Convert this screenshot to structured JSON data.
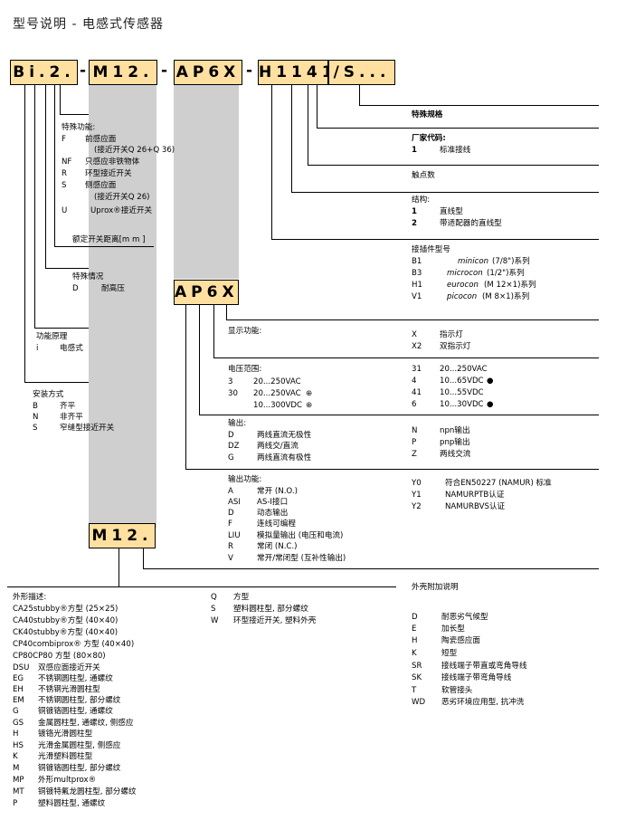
{
  "title": "型号说明 - 电感式传感器",
  "boxes": {
    "b1": "Bi.2.",
    "b2": "M12.",
    "b3": "AP6X",
    "b4": "H1141",
    "b5": "/S...",
    "ap6x": "AP6X",
    "m12": "M12."
  },
  "dash": "-",
  "left": {
    "special_title": "特殊功能:",
    "special": [
      {
        "code": "F",
        "text": "前感应面"
      },
      {
        "code": "",
        "text": "(接近开关Q 26+Q 36)"
      },
      {
        "code": "NF",
        "text": "只感应非铁物体"
      },
      {
        "code": "R",
        "text": "环型接近开关"
      },
      {
        "code": "S",
        "text": "侧感应面"
      },
      {
        "code": "",
        "text": "(接近开关Q 26)"
      },
      {
        "code": "U",
        "text": "Uprox®接近开关"
      }
    ],
    "rated": "额定开关距离[m m ]",
    "cond_title": "特殊情况",
    "cond": {
      "code": "D",
      "text": "耐高压"
    },
    "princ_title": "功能原理",
    "princ": {
      "code": "i",
      "text": "电感式"
    },
    "mount_title": "安装方式",
    "mount": [
      {
        "code": "B",
        "text": "齐平"
      },
      {
        "code": "N",
        "text": "非齐平"
      },
      {
        "code": "S",
        "text": "窄缝型接近开关"
      }
    ]
  },
  "right": {
    "special_spec": "特殊规格",
    "mfr_title": "厂家代码:",
    "mfr": {
      "code": "1",
      "text": "标准接线"
    },
    "contacts": "触点数",
    "struct_title": "结构:",
    "struct": [
      {
        "code": "1",
        "text": "直线型"
      },
      {
        "code": "2",
        "text": "带适配器的直线型"
      }
    ],
    "conn_title": "接插件型号",
    "conn": [
      {
        "code": "B1",
        "name": "minicon",
        "spec": "(7/8\")系列"
      },
      {
        "code": "B3",
        "name": "microcon",
        "spec": "(1/2\")系列"
      },
      {
        "code": "H1",
        "name": "eurocon",
        "spec": "(M 12×1)系列"
      },
      {
        "code": "V1",
        "name": "picocon",
        "spec": "(M 8×1)系列"
      }
    ]
  },
  "display": {
    "title": "显示功能:",
    "items": [
      {
        "code": "X",
        "text": "指示灯"
      },
      {
        "code": "X2",
        "text": "双指示灯"
      }
    ]
  },
  "voltage": {
    "title": "电压范围:",
    "left": [
      {
        "code": "3",
        "text": "20...250VAC",
        "mark": ""
      },
      {
        "code": "30",
        "text": "20...250VAC",
        "mark": "⊕"
      },
      {
        "code": "",
        "text": "10...300VDC",
        "mark": "⊕"
      }
    ],
    "right": [
      {
        "code": "31",
        "text": "20...250VAC",
        "mark": ""
      },
      {
        "code": "4",
        "text": "10...65VDC",
        "mark": "●"
      },
      {
        "code": "41",
        "text": "10...55VDC",
        "mark": ""
      },
      {
        "code": "6",
        "text": "10...30VDC",
        "mark": "●"
      }
    ]
  },
  "output": {
    "title": "输出:",
    "left": [
      {
        "code": "D",
        "text": "两线直流无极性"
      },
      {
        "code": "DZ",
        "text": "两线交/直流"
      },
      {
        "code": "G",
        "text": "两线直流有极性"
      }
    ],
    "right": [
      {
        "code": "N",
        "text": "npn输出"
      },
      {
        "code": "P",
        "text": "pnp输出"
      },
      {
        "code": "Z",
        "text": "两线交流"
      }
    ]
  },
  "outfunc": {
    "title": "输出功能:",
    "left": [
      {
        "code": "A",
        "text": "常开 (N.O.)"
      },
      {
        "code": "ASI",
        "text": "AS-I接口"
      },
      {
        "code": "D",
        "text": "动态输出"
      },
      {
        "code": "F",
        "text": "连线可编程"
      },
      {
        "code": "LIU",
        "text": "模拟量输出 (电压和电流)"
      },
      {
        "code": "R",
        "text": "常闭 (N.C.)"
      },
      {
        "code": "V",
        "text": "常开/常闭型 (互补性输出)"
      }
    ],
    "right": [
      {
        "code": "Y0",
        "text": "符合EN50227 (NAMUR) 标准"
      },
      {
        "code": "Y1",
        "text": "NAMURPTB认证"
      },
      {
        "code": "Y2",
        "text": "NAMURBVS认证"
      }
    ]
  },
  "shape": {
    "title": "外形描述:",
    "items": [
      {
        "code": "CA25stubby®方型 (25×25)",
        "text": ""
      },
      {
        "code": "CA40stubby®方型 (40×40)",
        "text": ""
      },
      {
        "code": "CK40stubby®方型 (40×40)",
        "text": ""
      },
      {
        "code": "CP40combiprox® 方型 (40×40)",
        "text": ""
      },
      {
        "code": "CP80CP80 方型 (80×80)",
        "text": ""
      },
      {
        "code": "DSU",
        "text": "双感应面接近开关"
      },
      {
        "code": "EG",
        "text": "不锈钢圆柱型, 通螺纹"
      },
      {
        "code": "EH",
        "text": "不锈钢光滑圆柱型"
      },
      {
        "code": "EM",
        "text": "不锈钢圆柱型, 部分螺纹"
      },
      {
        "code": "G",
        "text": "铜镀铬圆柱型, 通螺纹"
      },
      {
        "code": "GS",
        "text": "金属圆柱型, 通螺纹, 侧感应"
      },
      {
        "code": "H",
        "text": "镀铬光滑圆柱型"
      },
      {
        "code": "HS",
        "text": "光滑金属圆柱型, 侧感应"
      },
      {
        "code": "K",
        "text": "光滑塑料圆柱型"
      },
      {
        "code": "M",
        "text": "铜镀铬圆柱型, 部分螺纹"
      },
      {
        "code": "MP",
        "text": "外形multprox®"
      },
      {
        "code": "MT",
        "text": "铜镀特氟龙圆柱型, 部分螺纹"
      },
      {
        "code": "P",
        "text": "塑料圆柱型, 通螺纹"
      }
    ],
    "col2": [
      {
        "code": "Q",
        "text": "方型"
      },
      {
        "code": "S",
        "text": "塑料圆柱型, 部分螺纹"
      },
      {
        "code": "W",
        "text": "环型接近开关, 塑料外壳"
      }
    ]
  },
  "housing": {
    "title": "外壳附加说明",
    "items": [
      {
        "code": "D",
        "text": "耐恶劣气候型"
      },
      {
        "code": "E",
        "text": "加长型"
      },
      {
        "code": "H",
        "text": "陶瓷感应面"
      },
      {
        "code": "K",
        "text": "短型"
      },
      {
        "code": "SR",
        "text": "接线端子带直或弯角导线"
      },
      {
        "code": "SK",
        "text": "接线端子带弯角导线"
      },
      {
        "code": "T",
        "text": "软管接头"
      },
      {
        "code": "WD",
        "text": "恶劣环境应用型, 抗冲洗"
      }
    ]
  }
}
